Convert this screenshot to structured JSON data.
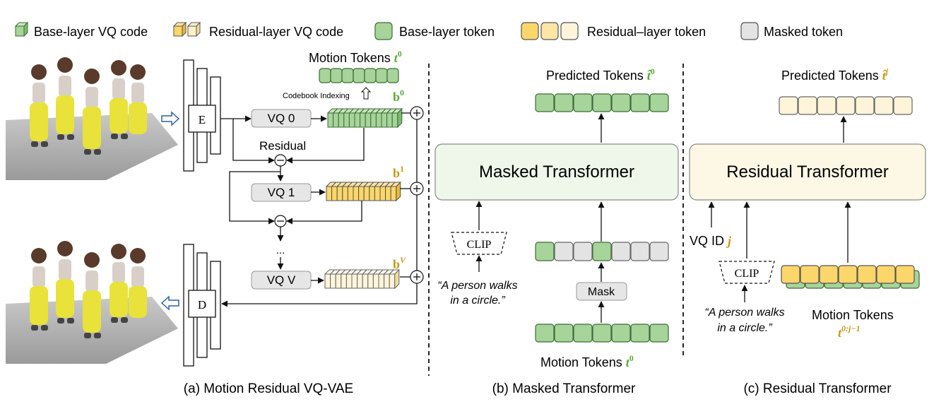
{
  "legend": {
    "base_vq_code": "Base-layer VQ code",
    "residual_vq_code": "Residual-layer VQ code",
    "base_token": "Base-layer token",
    "residual_token": "Residual–layer token",
    "masked_token": "Masked token"
  },
  "panel_a": {
    "caption": "(a) Motion Residual VQ-VAE",
    "motion_tokens_label": "Motion Tokens",
    "motion_tokens_sym": "t",
    "motion_tokens_sup": "0",
    "codebook_indexing": "Codebook Indexing",
    "encoder": "E",
    "decoder": "D",
    "residual_label": "Residual",
    "vq0": "VQ 0",
    "vq1": "VQ 1",
    "vqv": "VQ V",
    "b0": "b",
    "b0_sup": "0",
    "b1": "b",
    "b1_sup": "1",
    "bv": "b",
    "bv_sup": "V",
    "dots": "...",
    "plus": "+",
    "minus": "−"
  },
  "panel_b": {
    "caption": "(b) Masked Transformer",
    "predicted_label": "Predicted Tokens",
    "predicted_sym": "t̂",
    "predicted_sup": "0",
    "transformer": "Masked Transformer",
    "clip": "CLIP",
    "prompt_line1": "“A person walks",
    "prompt_line2": "in a circle.”",
    "mask": "Mask",
    "motion_tokens_label": "Motion Tokens",
    "motion_tokens_sym": "t",
    "motion_tokens_sup": "0",
    "mask_pattern": [
      0,
      1,
      1,
      0,
      1,
      1,
      1
    ]
  },
  "panel_c": {
    "caption": "(c) Residual Transformer",
    "predicted_label": "Predicted Tokens",
    "predicted_sym": "t̂",
    "predicted_sup": "j",
    "transformer": "Residual Transformer",
    "vq_id": "VQ ID",
    "vq_id_sym": "j",
    "clip": "CLIP",
    "prompt_line1": "“A person walks",
    "prompt_line2": "in a circle.”",
    "motion_tokens_label": "Motion Tokens",
    "motion_tokens_sym": "t",
    "motion_tokens_sup": "0:j−1"
  },
  "colors": {
    "base_fill": "#a6d49a",
    "base_stroke": "#3d6b36",
    "residual1_fill": "#fbd66a",
    "residual2_fill": "#fde5a6",
    "residual3_fill": "#fef4da",
    "masked_fill": "#e3e3e3",
    "masked_transformer_bg": "#eef7ea",
    "residual_transformer_bg": "#fdf8e6",
    "green_text": "#5aaa3a",
    "gold_text": "#c59a18",
    "vq_box": "#e6e6e6"
  }
}
